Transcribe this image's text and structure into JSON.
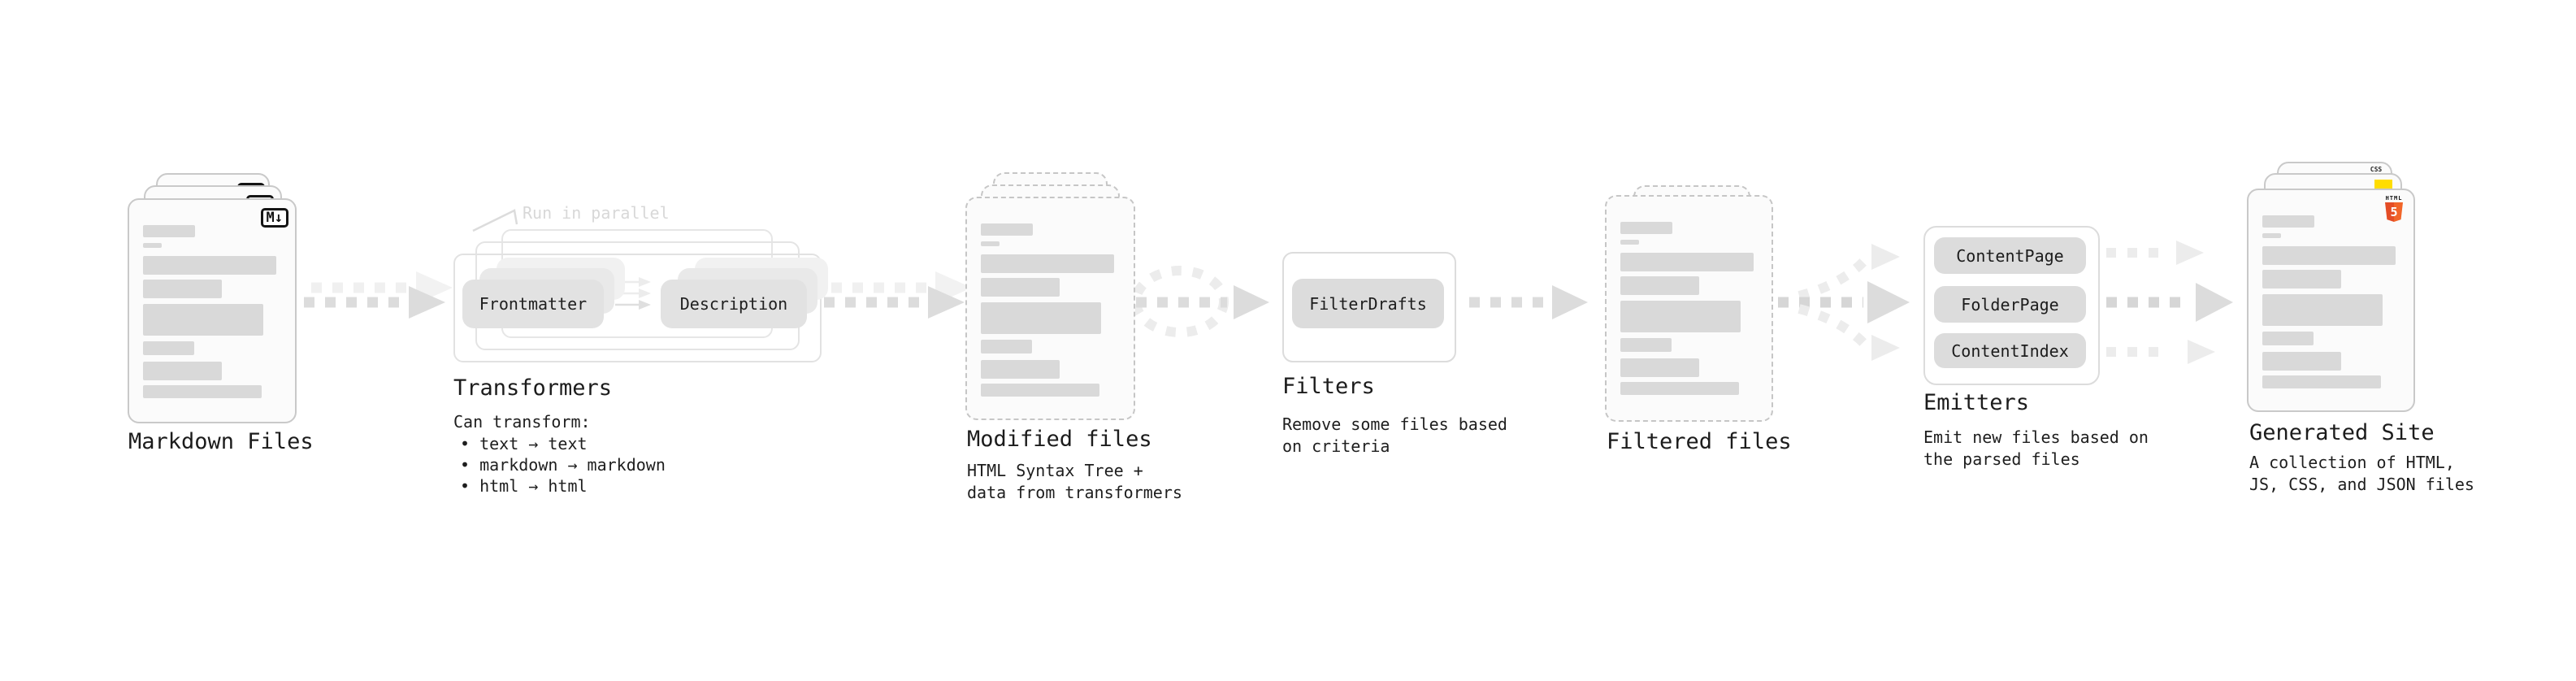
{
  "stages": {
    "markdown": {
      "label": "Markdown Files",
      "badge": "M↓"
    },
    "transformers": {
      "label": "Transformers",
      "annotation": "Run in parallel",
      "steps": [
        "Frontmatter",
        "Description"
      ],
      "caption_title": "Can transform:",
      "bullets": [
        "• text → text",
        "• markdown → markdown",
        "• html → html"
      ]
    },
    "modified": {
      "label": "Modified files",
      "caption": "HTML Syntax Tree +\ndata from transformers"
    },
    "filters": {
      "label": "Filters",
      "step": "FilterDrafts",
      "caption": "Remove some files based\non criteria"
    },
    "filtered": {
      "label": "Filtered files"
    },
    "emitters": {
      "label": "Emitters",
      "steps": [
        "ContentPage",
        "FolderPage",
        "ContentIndex"
      ],
      "caption": "Emit new files based on\nthe parsed files"
    },
    "generated": {
      "label": "Generated Site",
      "caption": "A collection of HTML,\nJS, CSS, and JSON files",
      "badges": {
        "css": "CSS",
        "html_word": "HTML",
        "html_number": "5"
      }
    }
  },
  "colors": {
    "ink": "#1c1c1c",
    "arrow_gray": "#dcdcdc",
    "muted_annotation": "#d8d8d8",
    "bar_gray": "#d9d9d9",
    "html5_orange": "#e44d26",
    "js_yellow": "#ffdd00",
    "css_blue": "#2965f1"
  }
}
